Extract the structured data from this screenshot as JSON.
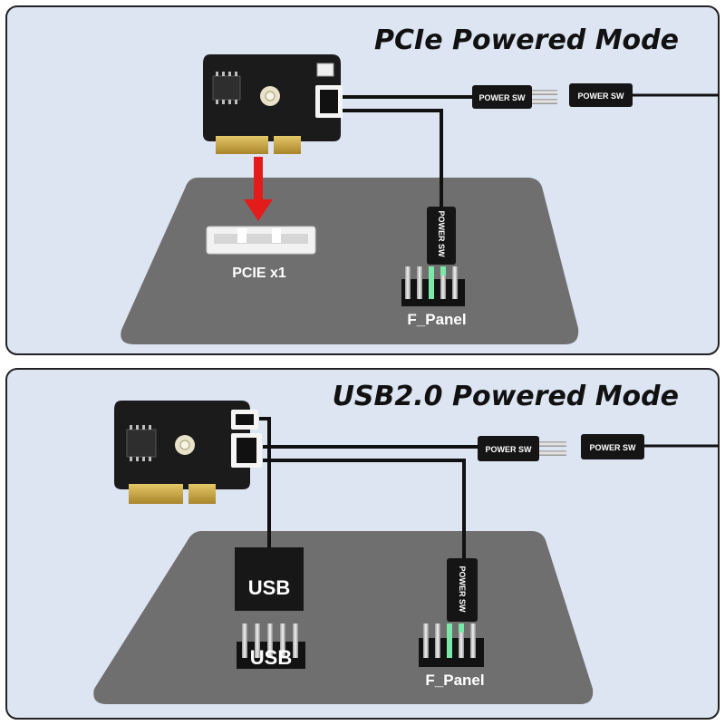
{
  "panels": [
    {
      "title": "PCIe Powered Mode",
      "slot_label": "PCIE x1",
      "connector_male_label": "POWER SW",
      "connector_female_label": "POWER SW",
      "header_cable_label": "POWER SW",
      "header_label": "F_Panel"
    },
    {
      "title": "USB2.0 Powered Mode",
      "usb_plug_label": "USB",
      "usb_header_label": "USB",
      "connector_male_label": "POWER SW",
      "connector_female_label": "POWER SW",
      "header_cable_label": "POWER SW",
      "header_label": "F_Panel"
    }
  ],
  "colors": {
    "panel_bg": "#dde5f3",
    "board": "#6e6e6e",
    "card": "#1a1a1a",
    "gold": "#c9a640",
    "arrow": "#e31b1b",
    "highlight_pin": "#46e08a"
  }
}
